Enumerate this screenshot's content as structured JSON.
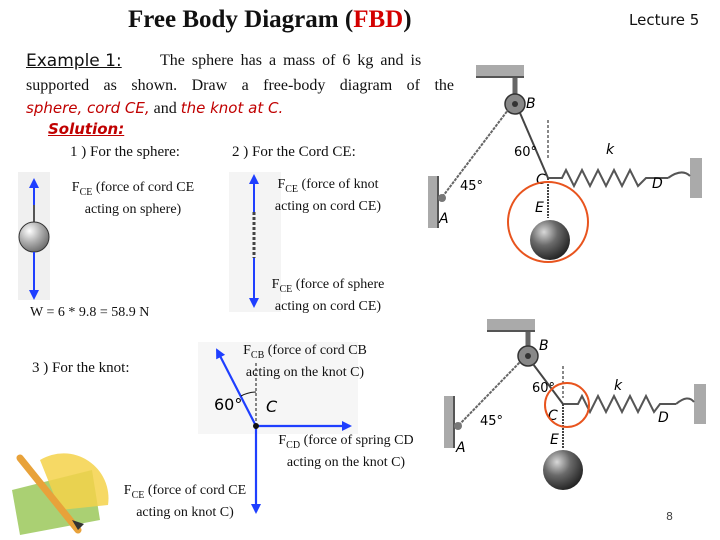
{
  "header": {
    "title_prefix": "Free Body Diagram (",
    "title_abbrev": "FBD",
    "title_suffix": ")",
    "lecture": "Lecture 5"
  },
  "problem": {
    "label": "Example 1:",
    "line1": "The sphere has a mass of 6 kg and is",
    "line2": "supported as shown. Draw a free-body diagram of the",
    "line3_a": "sphere, cord CE,",
    "line3_b": " and ",
    "line3_c": "the knot at C.",
    "solution": "Solution:"
  },
  "steps": {
    "sphere": "1 ) For the sphere:",
    "cord": "2 ) For the Cord CE:",
    "knot": "3 ) For the knot:"
  },
  "sphere_fbd": {
    "force_sub": "CE",
    "force_text": " (force of cord CE",
    "force_text2": "acting on sphere)",
    "weight": "W = 6 * 9.8 = 58.9 N"
  },
  "cord_fbd": {
    "top_sub": "CE",
    "top_text": " (force of knot",
    "top_text2": "acting on cord CE)",
    "bottom_sub": "CE",
    "bottom_text": " (force of sphere",
    "bottom_text2": "acting on cord CE)"
  },
  "knot_fbd": {
    "cb_sub": "CB",
    "cb_text": " (force of cord CB",
    "cb_text2": "acting on the knot C)",
    "angle": "60°",
    "point": "C",
    "cd_sub": "CD",
    "cd_text": " (force of spring CD",
    "cd_text2": "acting on the knot C)",
    "ce_sub": "CE",
    "ce_text": " (force of cord CE",
    "ce_text2": "acting on knot C)"
  },
  "figure_labels": {
    "B": "B",
    "angle60": "60°",
    "k": "k",
    "C": "C",
    "D": "D",
    "angle45": "45°",
    "E": "E",
    "A": "A"
  },
  "page_number": "8",
  "colors": {
    "accent_red": "#d40000",
    "force_blue": "#1f3fff",
    "highlight_circle": "#e8541e"
  }
}
